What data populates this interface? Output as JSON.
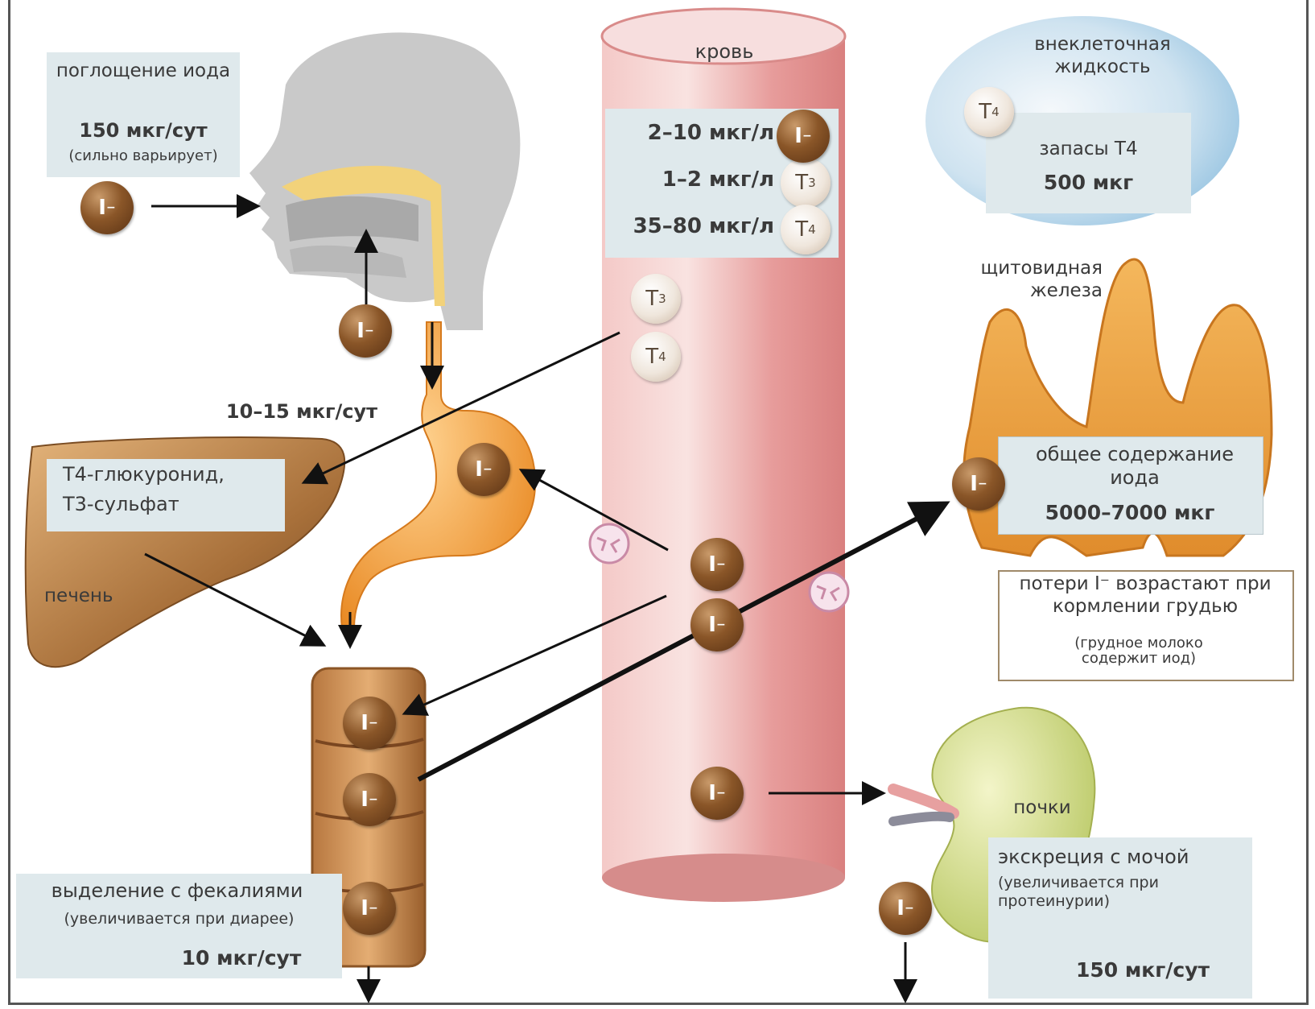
{
  "labels": {
    "uptake_title": "поглощение иода",
    "uptake_rate": "150 мкг/сут",
    "uptake_note": "(сильно варьирует)",
    "blood": "кровь",
    "blood_iodide": "2–10 мкг/л",
    "blood_t3": "1–2 мкг/л",
    "blood_t4": "35–80 мкг/л",
    "ecf": "внеклеточная жидкость",
    "t4_stores": "запасы T4",
    "t4_stores_amount": "500 мкг",
    "thyroid": "щитовидная железа",
    "thyroid_total": "общее содержание иода",
    "thyroid_amount": "5000–7000 мкг",
    "lactation": "потери I⁻ возрастают при кормлении грудью",
    "lactation_note": "(грудное молоко содержит иод)",
    "stomach_rate": "10–15 мкг/сут",
    "liver_products_1": "T4-глюкуронид,",
    "liver_products_2": "T3-сульфат",
    "liver": "печень",
    "feces_title": "выделение с фекалиями",
    "feces_note": "(увеличивается при диарее)",
    "feces_rate": "10 мкг/сут",
    "kidney": "почки",
    "urine_title": "экскреция с мочой",
    "urine_note": "(увеличивается при протеинурии)",
    "urine_rate": "150 мкг/сут"
  },
  "ions": {
    "iodide": "I",
    "charge": "−",
    "t3": "T",
    "t3_sub": "3",
    "t4": "T",
    "t4_sub": "4"
  },
  "colors": {
    "ion": "#7a4a22",
    "blood_vessel": "#e8a3a3",
    "thyroid": "#e8a23c",
    "kidney": "#d6df8e",
    "stomach": "#f2a240",
    "liver": "#a8703a",
    "label_box": "#dfe9ec",
    "ecf": "#a9cfe6"
  }
}
